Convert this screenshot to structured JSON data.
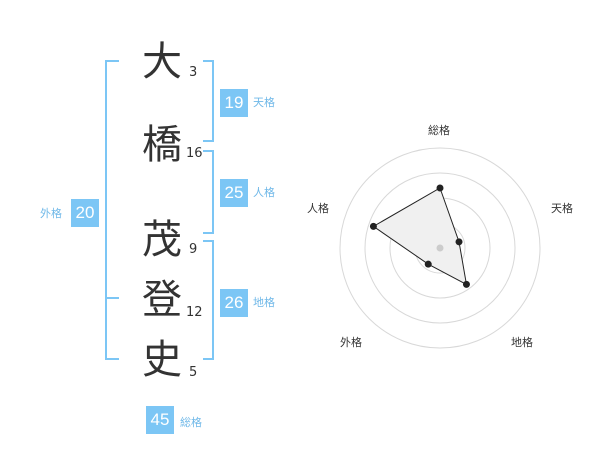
{
  "name": {
    "chars": [
      {
        "char": "大",
        "strokes": "3"
      },
      {
        "char": "橋",
        "strokes": "16"
      },
      {
        "char": "茂",
        "strokes": "9"
      },
      {
        "char": "登",
        "strokes": "12"
      },
      {
        "char": "史",
        "strokes": "5"
      }
    ]
  },
  "fortunes": {
    "tenkaku": {
      "value": "19",
      "label": "天格"
    },
    "jinkaku": {
      "value": "25",
      "label": "人格"
    },
    "chikaku": {
      "value": "26",
      "label": "地格"
    },
    "gaikaku": {
      "value": "20",
      "label": "外格"
    },
    "soukaku": {
      "value": "45",
      "label": "総格"
    }
  },
  "colors": {
    "accent": "#7cc6f5",
    "accent_text": "#6fb8e8",
    "text": "#333333",
    "grid": "#d8d8d8"
  },
  "chart_data": {
    "type": "radar",
    "axes": [
      "総格",
      "天格",
      "地格",
      "外格",
      "人格"
    ],
    "values": [
      0.6,
      0.2,
      0.45,
      0.2,
      0.7
    ],
    "grid": true
  }
}
